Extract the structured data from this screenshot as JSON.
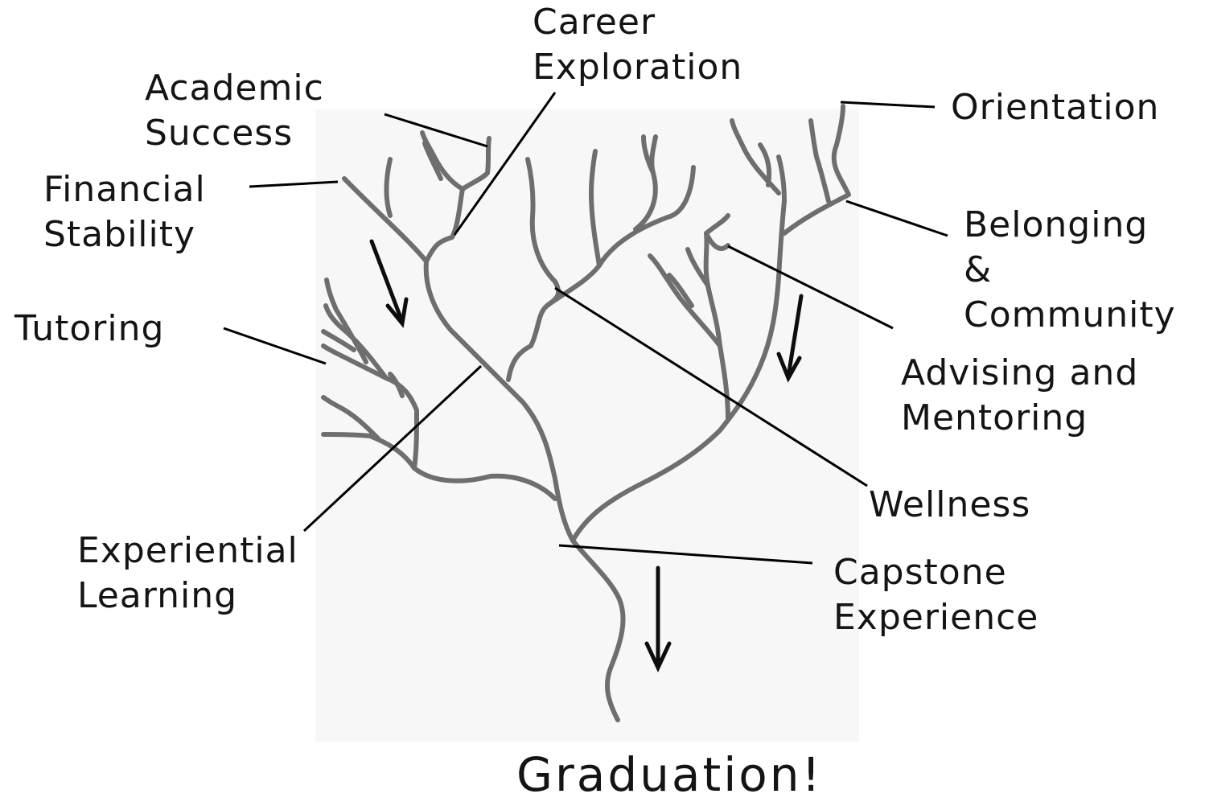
{
  "diagram": {
    "colors": {
      "branch": "#6e6e6e",
      "leader": "#000000",
      "arrow": "#0d0d0d",
      "text": "#141414",
      "panel": "#f7f7f7"
    },
    "labels": {
      "career_exploration": "Career\nExploration",
      "academic_success": "Academic\nSuccess",
      "financial_stability": "Financial\nStability",
      "tutoring": "Tutoring",
      "orientation": "Orientation",
      "belonging_community": "Belonging\n&\nCommunity",
      "advising_mentoring": "Advising and\nMentoring",
      "wellness": "Wellness",
      "experiential_learning": "Experiential\nLearning",
      "capstone_experience": "Capstone\nExperience",
      "graduation": "Graduation!"
    }
  }
}
